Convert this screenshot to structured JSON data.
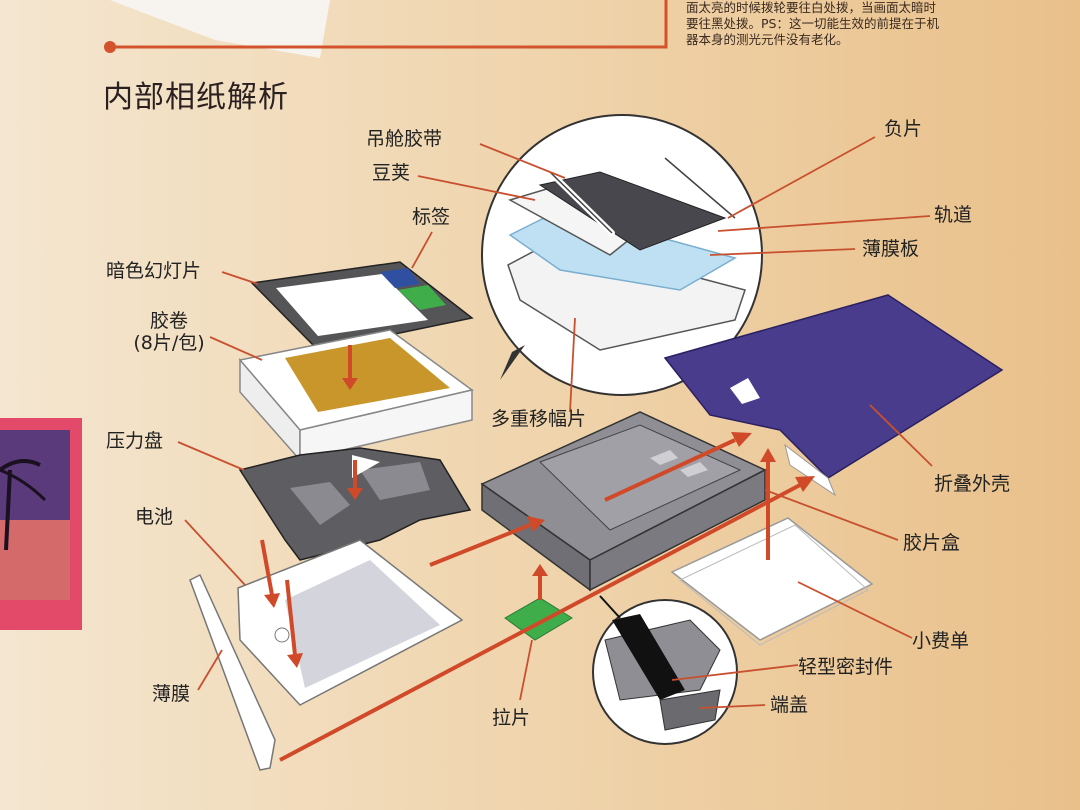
{
  "top_note": {
    "line1": "面太亮的时候拨轮要往白处拨，当画面太暗时",
    "line2": "要往黑处拨。PS：这一切能生效的前提在于机",
    "line3": "器本身的测光元件没有老化。"
  },
  "section_title": "内部相纸解析",
  "labels": {
    "hanging_tape": "吊舱胶带",
    "pod": "豆荚",
    "tag": "标签",
    "dark_slide": "暗色幻灯片",
    "film_pack_line1": "胶卷",
    "film_pack_line2": "(8片/包)",
    "pressure_plate": "压力盘",
    "battery": "电池",
    "film_membrane": "薄膜",
    "pull_tab": "拉片",
    "multi_frame": "多重移幅片",
    "negative": "负片",
    "rail": "轨道",
    "film_plate": "薄膜板",
    "outer_shell": "折叠外壳",
    "film_box": "胶片盒",
    "receipt": "小费单",
    "light_seal": "轻型密封件",
    "end_cap": "端盖"
  },
  "colors": {
    "leader_line": "#c8502e",
    "arrow": "#d04a2a",
    "dark_slide": "#555558",
    "film_yellow": "#c8962a",
    "shell_purple": "#4a3c8c",
    "tab_green": "#3fae4a",
    "box_gray": "#8e8e94"
  }
}
